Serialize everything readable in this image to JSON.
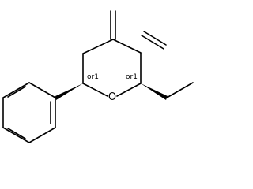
{
  "atoms": {
    "oxygen": "O"
  },
  "stereo_labels": {
    "left": "or1",
    "right": "or1"
  },
  "colors": {
    "bond": "#000000",
    "background": "#ffffff"
  }
}
